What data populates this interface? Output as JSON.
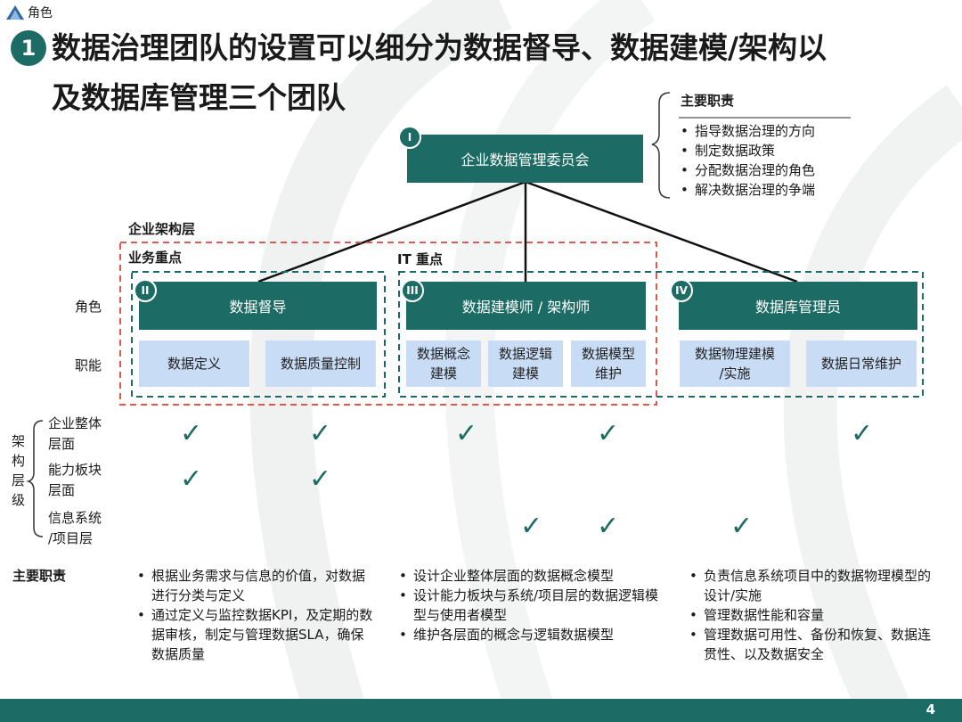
{
  "header": {
    "tag": "角色",
    "number": "1",
    "title": "数据治理团队的设置可以细分为数据督导、数据建模/架构以及数据库管理三个团队"
  },
  "committee": {
    "roman": "I",
    "label": "企业数据管理委员会",
    "duties_title": "主要职责",
    "duties": [
      "指导数据治理的方向",
      "制定数据政策",
      "分配数据治理的角色",
      "解决数据治理的争端"
    ]
  },
  "layers": {
    "enterprise_arch": "企业架构层",
    "business_focus": "业务重点",
    "it_focus": "IT 重点"
  },
  "row_labels": {
    "role": "角色",
    "function": "职能"
  },
  "teams": [
    {
      "roman": "II",
      "name": "数据督导",
      "functions": [
        "数据定义",
        "数据质量控制"
      ]
    },
    {
      "roman": "III",
      "name": "数据建模师 / 架构师",
      "functions": [
        "数据概念\n建模",
        "数据逻辑\n建模",
        "数据模型\n维护"
      ]
    },
    {
      "roman": "IV",
      "name": "数据库管理员",
      "functions": [
        "数据物理建模\n/实施",
        "数据日常维护"
      ]
    }
  ],
  "arch_levels": {
    "title": "架构层级",
    "levels": [
      "企业整体\n层面",
      "能力板块\n层面",
      "信息系统\n/项目层"
    ]
  },
  "checkmark": "✓",
  "responsibilities": {
    "title": "主要职责",
    "columns": [
      [
        "根据业务需求与信息的价值，对数据进行分类与定义",
        "通过定义与监控数据KPI，及定期的数据审核，制定与管理数据SLA，确保数据质量"
      ],
      [
        "设计企业整体层面的数据概念模型",
        "设计能力板块与系统/项目层的数据逻辑模型与使用者模型",
        "维护各层面的概念与逻辑数据模型"
      ],
      [
        "负责信息系统项目中的数据物理模型的设计/实施",
        "管理数据性能和容量",
        "管理数据可用性、备份和恢复、数据连贯性、以及数据安全"
      ]
    ]
  },
  "page_number": "4",
  "colors": {
    "primary": "#1c6b64",
    "light_blue": "#c9dcf6",
    "red_dashed": "#e0584e"
  }
}
